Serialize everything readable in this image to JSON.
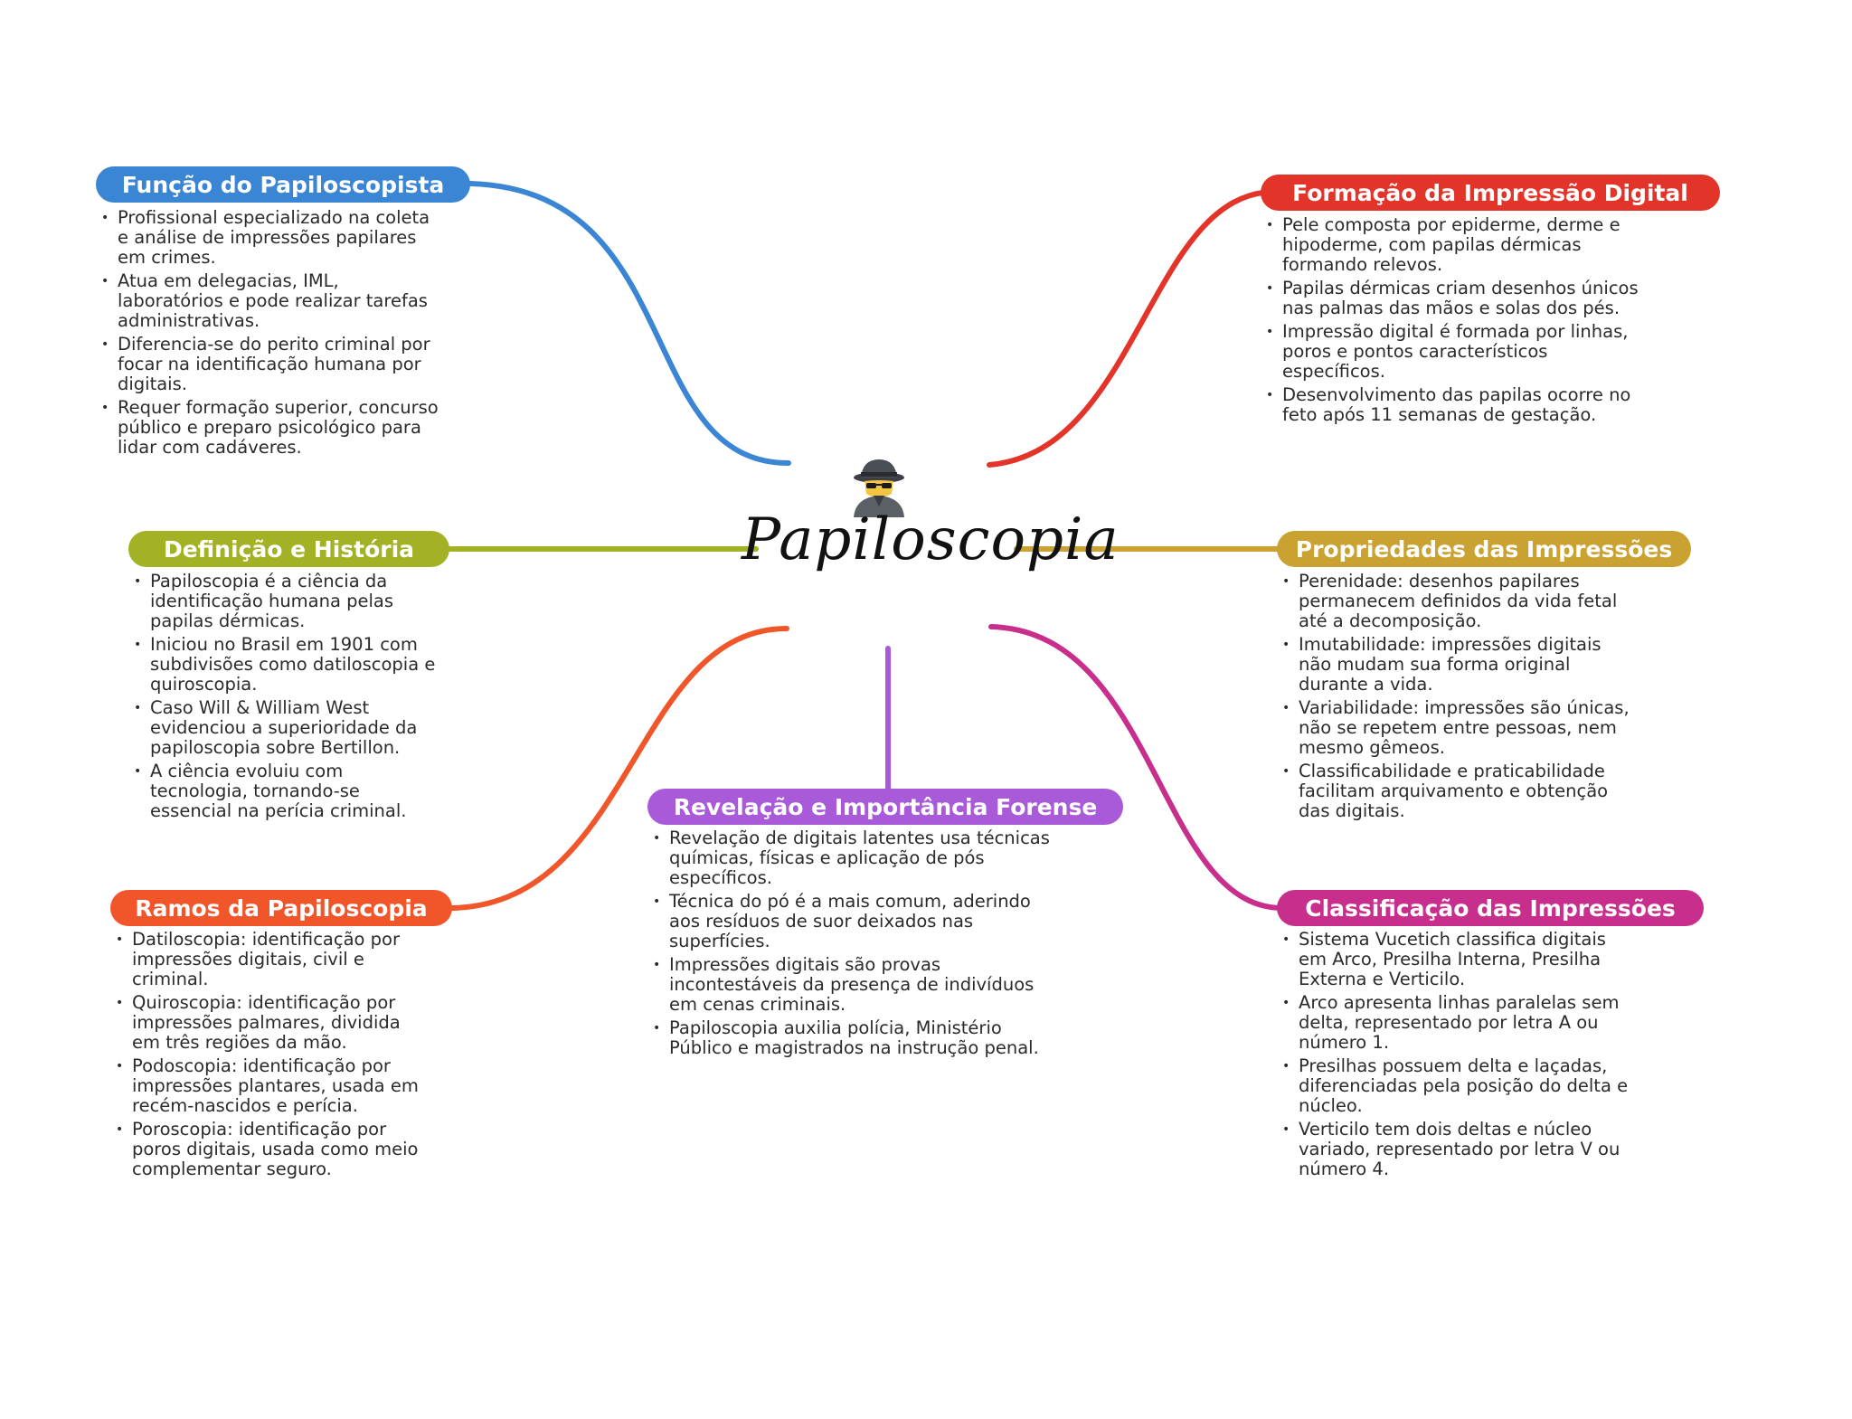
{
  "center": {
    "title": "Papiloscopia",
    "icon": "detective-icon"
  },
  "topics": [
    {
      "id": "funcao",
      "title": "Função do Papiloscopista",
      "color": "#3b86d4",
      "bullets": [
        "Profissional especializado na coleta e análise de impressões papilares em crimes.",
        "Atua em delegacias, IML, laboratórios e pode realizar tarefas administrativas.",
        "Diferencia-se do perito criminal por focar na identificação humana por digitais.",
        "Requer formação superior, concurso público e preparo psicológico para lidar com cadáveres."
      ]
    },
    {
      "id": "definicao",
      "title": "Definição e História",
      "color": "#a3b224",
      "bullets": [
        "Papiloscopia é a ciência da identificação humana pelas papilas dérmicas.",
        "Iniciou no Brasil em 1901 com subdivisões como datiloscopia e quiroscopia.",
        "Caso Will & William West evidenciou a superioridade da papiloscopia sobre Bertillon.",
        "A ciência evoluiu com tecnologia, tornando-se essencial na perícia criminal."
      ]
    },
    {
      "id": "ramos",
      "title": "Ramos da Papiloscopia",
      "color": "#f0562a",
      "bullets": [
        "Datiloscopia: identificação por impressões digitais, civil e criminal.",
        "Quiroscopia: identificação por impressões palmares, dividida em três regiões da mão.",
        "Podoscopia: identificação por impressões plantares, usada em recém-nascidos e perícia.",
        "Poroscopia: identificação por poros digitais, usada como meio complementar seguro."
      ]
    },
    {
      "id": "revelacao",
      "title": "Revelação e Importância Forense",
      "color": "#a95ad8",
      "bullets": [
        "Revelação de digitais latentes usa técnicas químicas, físicas e aplicação de pós específicos.",
        "Técnica do pó é a mais comum, aderindo aos resíduos de suor deixados nas superfícies.",
        "Impressões digitais são provas incontestáveis da presença de indivíduos em cenas criminais.",
        "Papiloscopia auxilia polícia, Ministério Público e magistrados na instrução penal."
      ]
    },
    {
      "id": "formacao",
      "title": "Formação da Impressão Digital",
      "color": "#e3342a",
      "bullets": [
        "Pele composta por epiderme, derme e hipoderme, com papilas dérmicas formando relevos.",
        "Papilas dérmicas criam desenhos únicos nas palmas das mãos e solas dos pés.",
        "Impressão digital é formada por linhas, poros e pontos característicos específicos.",
        "Desenvolvimento das papilas ocorre no feto após 11 semanas de gestação."
      ]
    },
    {
      "id": "propriedades",
      "title": "Propriedades das Impressões",
      "color": "#c9a232",
      "bullets": [
        "Perenidade: desenhos papilares permanecem definidos da vida fetal até a decomposição.",
        "Imutabilidade: impressões digitais não mudam sua forma original durante a vida.",
        "Variabilidade: impressões são únicas, não se repetem entre pessoas, nem mesmo gêmeos.",
        "Classificabilidade e praticabilidade facilitam arquivamento e obtenção das digitais."
      ]
    },
    {
      "id": "classificacao",
      "title": "Classificação das Impressões",
      "color": "#c82f8c",
      "bullets": [
        "Sistema Vucetich classifica digitais em Arco, Presilha Interna, Presilha Externa e Verticilo.",
        "Arco apresenta linhas paralelas sem delta, representado por letra A ou número 1.",
        "Presilhas possuem delta e laçadas, diferenciadas pela posição do delta e núcleo.",
        "Verticilo tem dois deltas e núcleo variado, representado por letra V ou número 4."
      ]
    }
  ]
}
